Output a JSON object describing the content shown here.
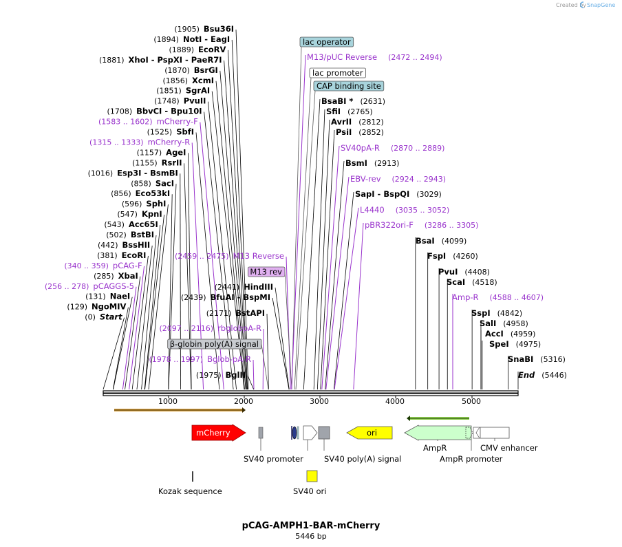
{
  "credit": {
    "created_by": "Created by",
    "brand": "SnapGene"
  },
  "title": "pCAG-AMPH1-BAR-mCherry",
  "length_label": "5446 bp",
  "sequence_length": 5446,
  "axis_ticks": [
    "1000",
    "2000",
    "3000",
    "4000",
    "5000"
  ],
  "colors": {
    "primer": "#9933cc",
    "mCherry": "#ff0000",
    "ori": "#ffff00",
    "AmpR": "#ccffcc",
    "feature_gray": "#a0a4ab",
    "lac_box": "#a8d4dc"
  },
  "left_sites": [
    {
      "pos": "(1905)",
      "name": "Bsu36I"
    },
    {
      "pos": "(1894)",
      "name": "NotI  - EagI"
    },
    {
      "pos": "(1889)",
      "name": "EcoRV"
    },
    {
      "pos": "(1881)",
      "name": "XhoI  - PspXI  - PaeR7I"
    },
    {
      "pos": "(1870)",
      "name": "BsrGI"
    },
    {
      "pos": "(1856)",
      "name": "XcmI"
    },
    {
      "pos": "(1851)",
      "name": "SgrAI"
    },
    {
      "pos": "(1748)",
      "name": "PvuII"
    },
    {
      "pos": "(1708)",
      "name": "BbvCI  - Bpu10I"
    },
    {
      "pos": "(1583 .. 1602)",
      "name": "mCherry-F",
      "primer": true
    },
    {
      "pos": "(1525)",
      "name": "SbfI"
    },
    {
      "pos": "(1315 .. 1333)",
      "name": "mCherry-R",
      "primer": true
    },
    {
      "pos": "(1157)",
      "name": "AgeI"
    },
    {
      "pos": "(1155)",
      "name": "RsrII"
    },
    {
      "pos": "(1016)",
      "name": "Esp3I  - BsmBI"
    },
    {
      "pos": "(858)",
      "name": "SacI"
    },
    {
      "pos": "(856)",
      "name": "Eco53kI"
    },
    {
      "pos": "(596)",
      "name": "SphI"
    },
    {
      "pos": "(547)",
      "name": "KpnI"
    },
    {
      "pos": "(543)",
      "name": "Acc65I"
    },
    {
      "pos": "(502)",
      "name": "BstBI"
    },
    {
      "pos": "(442)",
      "name": "BssHII"
    },
    {
      "pos": "(381)",
      "name": "EcoRI"
    },
    {
      "pos": "(340 .. 359)",
      "name": "pCAG-F",
      "primer": true
    },
    {
      "pos": "(285)",
      "name": "XbaI"
    },
    {
      "pos": "(256 .. 278)",
      "name": "pCAGGS-5",
      "primer": true
    },
    {
      "pos": "(131)",
      "name": "NaeI"
    },
    {
      "pos": "(129)",
      "name": "NgoMIV"
    },
    {
      "pos": "(0)",
      "name": "Start",
      "italic": true
    }
  ],
  "mid_sites": [
    {
      "pos": "(2459 .. 2475)",
      "name": "M13 Reverse",
      "primer": true
    },
    {
      "pos": "",
      "name": "M13 rev",
      "box": true
    },
    {
      "pos": "(2441)",
      "name": "HindIII"
    },
    {
      "pos": "(2439)",
      "name": "BfuAI  - BspMI"
    },
    {
      "pos": "(2171)",
      "name": "BstAPI"
    },
    {
      "pos": "(2097 .. 2116)",
      "name": "rbglobpA-R",
      "primer": true
    },
    {
      "pos": "",
      "name": "β-globin poly(A) signal",
      "box": true
    },
    {
      "pos": "(1978 .. 1997)",
      "name": "Bglob-pA-R",
      "primer": true
    },
    {
      "pos": "(1975)",
      "name": "BglII"
    }
  ],
  "right_sites": [
    {
      "name": "lac operator",
      "pos": "",
      "box": true
    },
    {
      "name": "M13/pUC Reverse",
      "pos": "(2472 .. 2494)",
      "primer": true
    },
    {
      "name": "lac promoter",
      "pos": "",
      "box": true
    },
    {
      "name": "CAP binding site",
      "pos": "",
      "box": true
    },
    {
      "name": "BsaBI *",
      "pos": "(2631)"
    },
    {
      "name": "SfiI",
      "pos": "(2765)"
    },
    {
      "name": "AvrII",
      "pos": "(2812)"
    },
    {
      "name": "PsiI",
      "pos": "(2852)"
    },
    {
      "name": "SV40pA-R",
      "pos": "(2870 .. 2889)",
      "primer": true
    },
    {
      "name": "BsmI",
      "pos": "(2913)"
    },
    {
      "name": "EBV-rev",
      "pos": "(2924 .. 2943)",
      "primer": true
    },
    {
      "name": "SapI  - BspQI",
      "pos": "(3029)"
    },
    {
      "name": "L4440",
      "pos": "(3035 .. 3052)",
      "primer": true
    },
    {
      "name": "pBR322ori-F",
      "pos": "(3286 .. 3305)",
      "primer": true
    }
  ],
  "far_right_sites": [
    {
      "name": "BsaI",
      "pos": "(4099)"
    },
    {
      "name": "FspI",
      "pos": "(4260)"
    },
    {
      "name": "PvuI",
      "pos": "(4408)"
    },
    {
      "name": "ScaI",
      "pos": "(4518)"
    },
    {
      "name": "Amp-R",
      "pos": "(4588 .. 4607)",
      "primer": true
    },
    {
      "name": "SspI",
      "pos": "(4842)"
    },
    {
      "name": "SalI",
      "pos": "(4958)"
    },
    {
      "name": "AccI",
      "pos": "(4959)"
    },
    {
      "name": "SpeI",
      "pos": "(4975)"
    },
    {
      "name": "SnaBI",
      "pos": "(5316)"
    },
    {
      "name": "End",
      "pos": "(5446)",
      "italic": true
    }
  ],
  "features": {
    "mCherry": "mCherry",
    "ori": "ori",
    "sv40_promoter": "SV40 promoter",
    "sv40_polya": "SV40 poly(A) signal",
    "ampr": "AmpR",
    "ampr_promoter": "AmpR promoter",
    "cmv_enhancer": "CMV enhancer",
    "kozak": "Kozak sequence",
    "sv40_ori": "SV40 ori"
  }
}
